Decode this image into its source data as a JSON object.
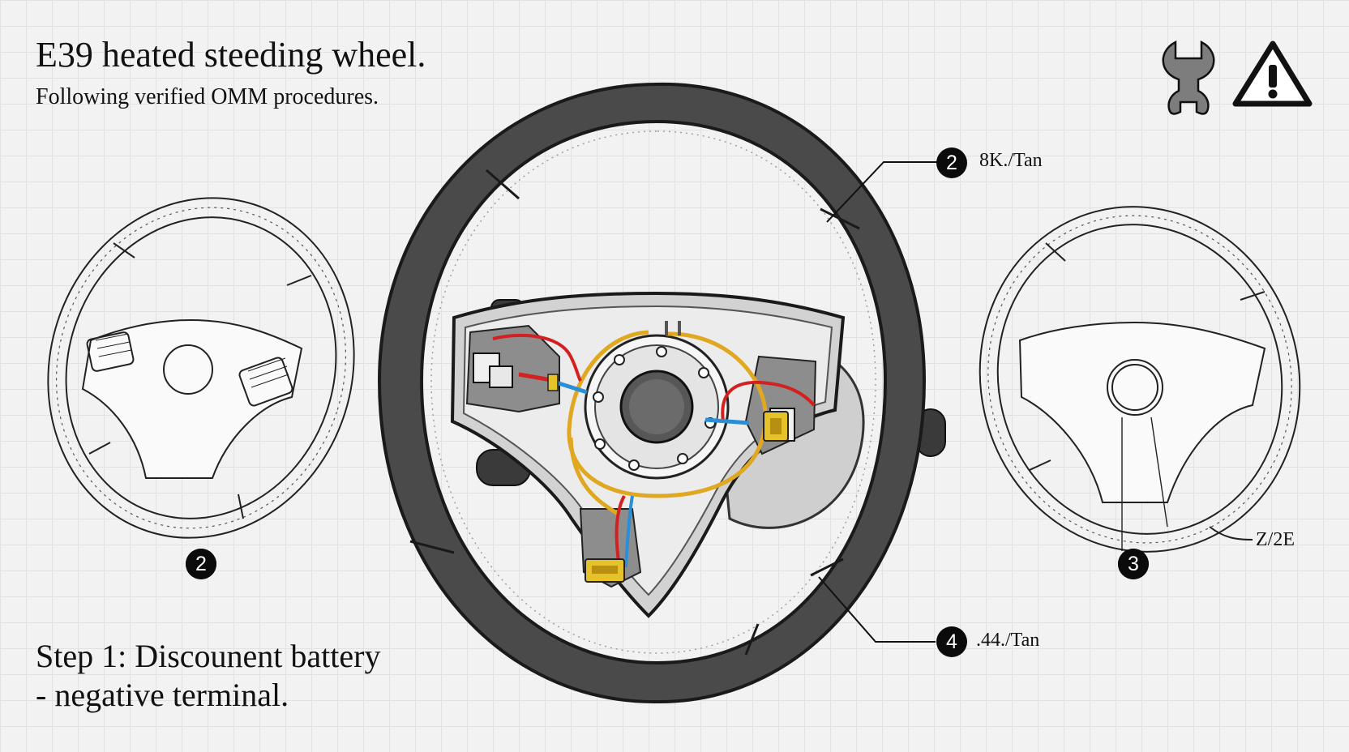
{
  "title": "E39 heated steeding wheel.",
  "subtitle": "Following verified OMM procedures.",
  "step": {
    "line1": "Step 1: Discounent battery",
    "line2": "- negative terminal."
  },
  "icons": [
    "wrench-icon",
    "warning-icon"
  ],
  "callouts": [
    {
      "number": "2",
      "label": "8K./Tan"
    },
    {
      "number": "4",
      "label": ".44./Tan"
    },
    {
      "number": "3",
      "label": "Z/2E"
    }
  ],
  "badges": {
    "left_wheel": "2",
    "right_wheel": "3"
  },
  "colors": {
    "wheel_rim": "#4a4a4a",
    "wire_red": "#d32020",
    "wire_blue": "#2a8fd8",
    "wire_yellow": "#e0a820",
    "connector_yellow": "#e6c22a"
  }
}
